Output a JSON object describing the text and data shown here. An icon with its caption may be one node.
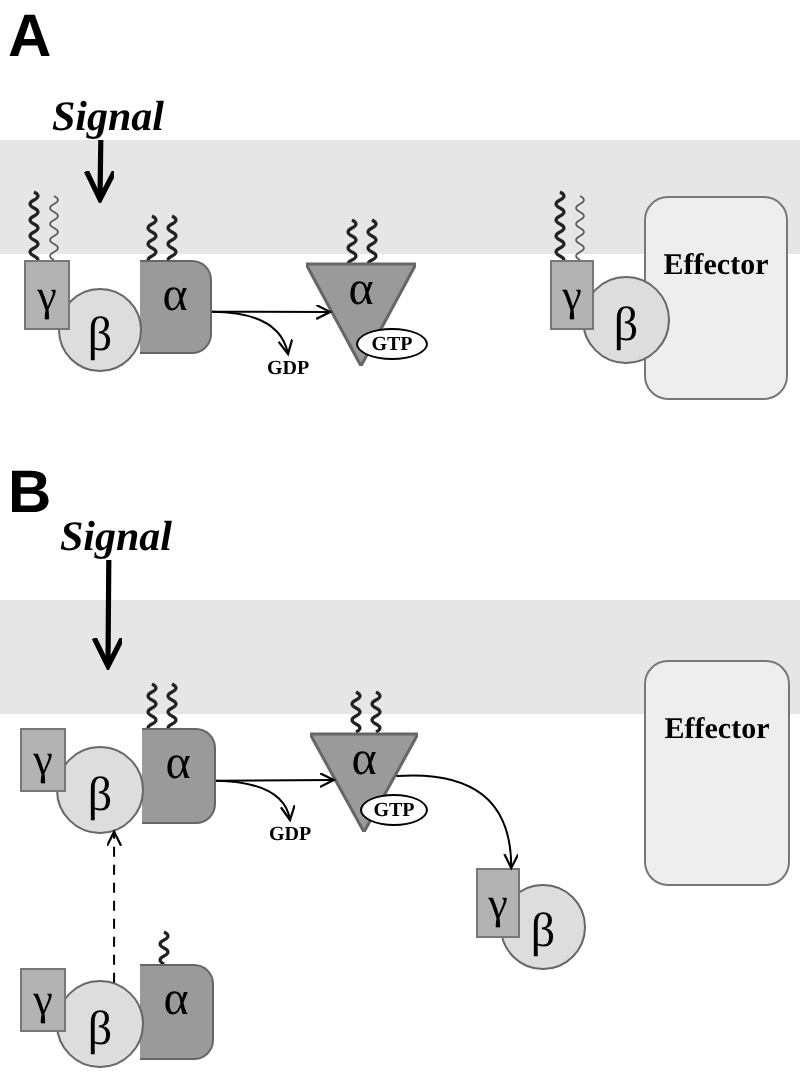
{
  "diagram": {
    "nodes": [
      {
        "text": [
          "Signal"
        ]
      },
      {
        "text": [
          "γ"
        ]
      },
      {
        "text": [
          "β"
        ]
      },
      {
        "text": [
          "α"
        ]
      },
      {
        "text": [
          "α"
        ]
      },
      {
        "text": [
          "GTP"
        ],
        "in": 4
      },
      {
        "text": [
          "GDP"
        ]
      },
      {
        "text": [
          "γ"
        ]
      },
      {
        "text": [
          "β"
        ]
      },
      {
        "text": [
          "Effector"
        ]
      },
      {
        "text": [
          "Signal"
        ]
      },
      {
        "text": [
          "γ"
        ]
      },
      {
        "text": [
          "β"
        ]
      },
      {
        "text": [
          "α"
        ]
      },
      {
        "text": [
          "α"
        ]
      },
      {
        "text": [
          "GTP"
        ],
        "in": 14
      },
      {
        "text": [
          "GDP"
        ]
      },
      {
        "text": [
          "γ"
        ]
      },
      {
        "text": [
          "β"
        ]
      },
      {
        "text": [
          "Effector"
        ]
      },
      {
        "text": [
          "γ"
        ]
      },
      {
        "text": [
          "β"
        ]
      },
      {
        "text": [
          "α"
        ]
      },
      {
        "text": [],
        "shape": "band"
      },
      {
        "text": [],
        "shape": "band"
      }
    ],
    "edges": [
      {
        "from": 0,
        "to": 23,
        "arrow": "to",
        "style": "thick"
      },
      {
        "from": 3,
        "to": 4,
        "arrow": "to"
      },
      {
        "from": 3,
        "to": 6,
        "arrow": "to"
      },
      {
        "from": 10,
        "to": 24,
        "arrow": "to",
        "style": "thick"
      },
      {
        "from": 13,
        "to": 14,
        "arrow": "to"
      },
      {
        "from": 13,
        "to": 16,
        "arrow": "to"
      },
      {
        "from": 14,
        "to": 17,
        "arrow": "to"
      },
      {
        "from": 21,
        "to": 12,
        "arrow": "to",
        "style": "dashed"
      }
    ],
    "labels": [
      "A",
      "B"
    ]
  }
}
